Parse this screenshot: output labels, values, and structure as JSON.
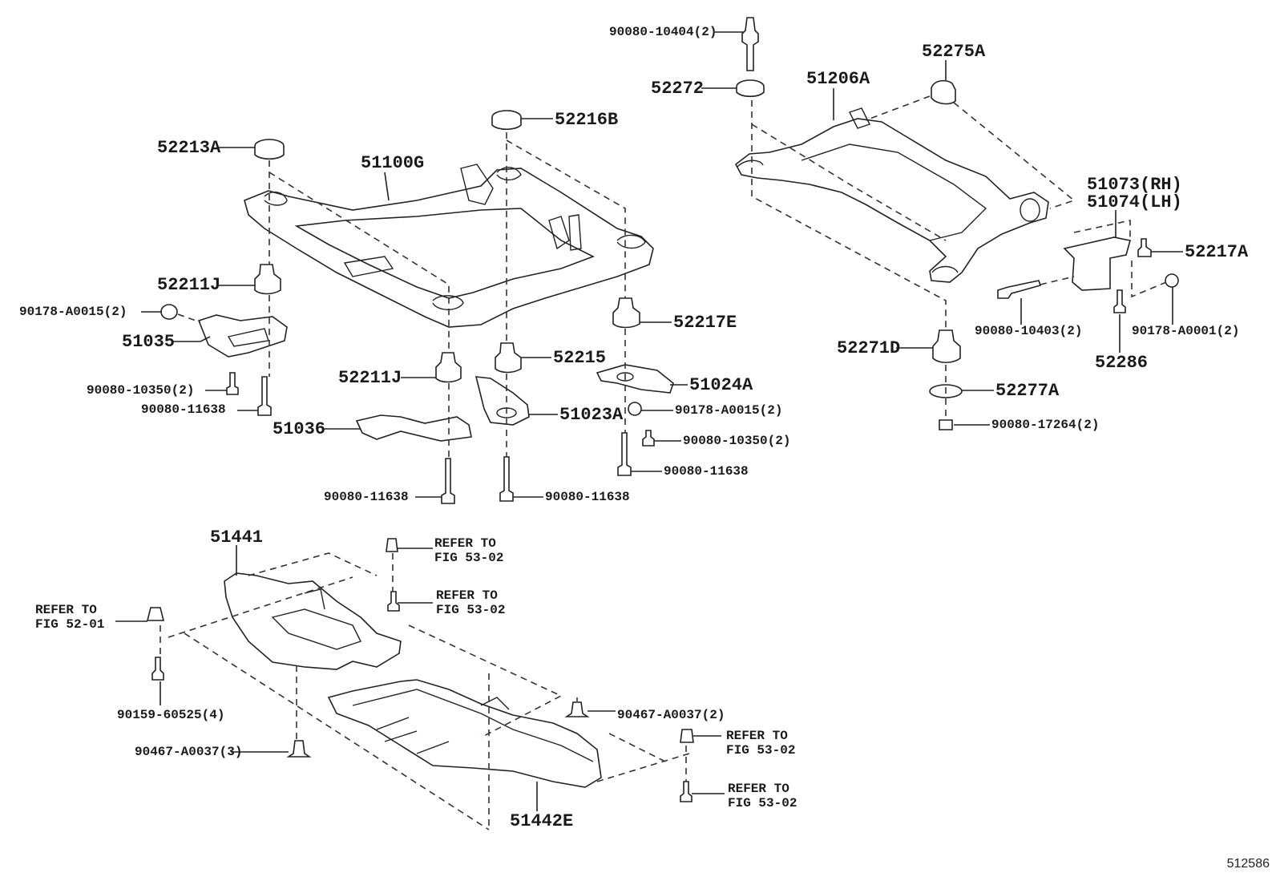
{
  "figure_number": "512586",
  "front_crossmember": {
    "labels": {
      "p52213A": "52213A",
      "p51100G": "51100G",
      "p52216B": "52216B",
      "p52211J_left": "52211J",
      "p90178_A0015_left": "90178-A0015(2)",
      "p51035": "51035",
      "p90080_10350_left": "90080-10350(2)",
      "p90080_11638_left": "90080-11638",
      "p52217E": "52217E",
      "p52211J_center": "52211J",
      "p52215": "52215",
      "p51024A": "51024A",
      "p90178_A0015_right": "90178-A0015(2)",
      "p51023A": "51023A",
      "p51036": "51036",
      "p90080_10350_right": "90080-10350(2)",
      "p90080_11638_right": "90080-11638",
      "p90080_11638_center_left": "90080-11638",
      "p90080_11638_center_right": "90080-11638"
    }
  },
  "rear_crossmember": {
    "labels": {
      "p90080_10404": "90080-10404(2)",
      "p52275A": "52275A",
      "p52272": "52272",
      "p51206A": "51206A",
      "p51073": "51073(RH)",
      "p51074": "51074(LH)",
      "p52217A": "52217A",
      "p90080_10403": "90080-10403(2)",
      "p90178_A0001": "90178-A0001(2)",
      "p52286": "52286",
      "p52271D": "52271D",
      "p52277A": "52277A",
      "p90080_17264": "90080-17264(2)"
    }
  },
  "under_covers": {
    "labels": {
      "p51441": "51441",
      "ref_53_02_a": "REFER TO\nFIG 53-02",
      "ref_53_02_b": "REFER TO\nFIG 53-02",
      "ref_52_01": "REFER TO\nFIG 52-01",
      "p90159_60525": "90159-60525(4)",
      "p90467_A0037_2": "90467-A0037(2)",
      "p90467_A0037_3": "90467-A0037(3)",
      "ref_53_02_c": "REFER TO\nFIG 53-02",
      "ref_53_02_d": "REFER TO\nFIG 53-02",
      "p51442E": "51442E"
    }
  }
}
